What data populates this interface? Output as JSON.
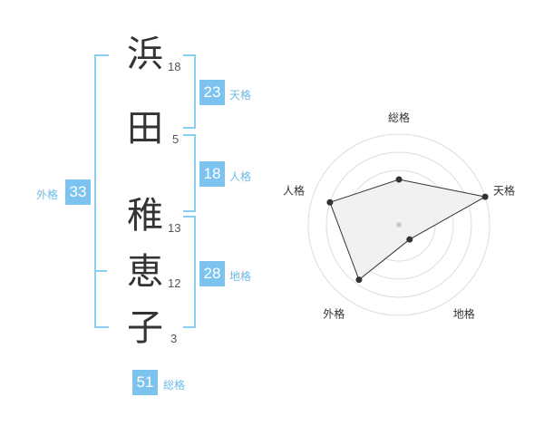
{
  "name": {
    "chars": [
      {
        "char": "浜",
        "strokes": "18"
      },
      {
        "char": "田",
        "strokes": "5"
      },
      {
        "char": "稚",
        "strokes": "13"
      },
      {
        "char": "恵",
        "strokes": "12"
      },
      {
        "char": "子",
        "strokes": "3"
      }
    ]
  },
  "kakusu": {
    "tenkaku": {
      "value": "23",
      "label": "天格"
    },
    "jinkaku": {
      "value": "18",
      "label": "人格"
    },
    "chikaku": {
      "value": "28",
      "label": "地格"
    },
    "gaikaku": {
      "value": "33",
      "label": "外格"
    },
    "soukaku": {
      "value": "51",
      "label": "総格"
    }
  },
  "chart_data": {
    "type": "radar",
    "axes": [
      "総格",
      "天格",
      "地格",
      "外格",
      "人格"
    ],
    "values": [
      0.5,
      1.0,
      0.2,
      0.75,
      0.8
    ],
    "rings": 5,
    "max": 1.0,
    "colors": {
      "fill": "#f0f0f0",
      "line": "#333333",
      "ring": "#dddddd",
      "point": "#333333",
      "center": "#cccccc"
    }
  }
}
